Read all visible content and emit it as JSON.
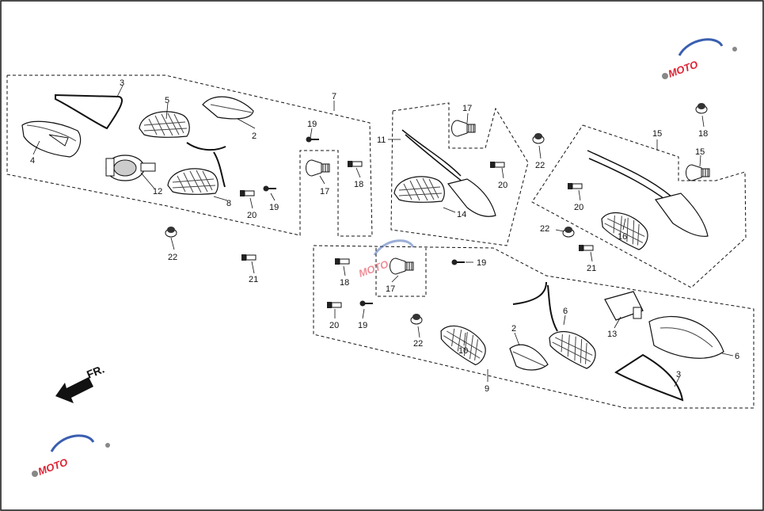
{
  "diagram": {
    "direction_label": "FR.",
    "watermark_text": "MOTO",
    "part_labels": {
      "l1": "3",
      "l2": "5",
      "l3": "7",
      "l4": "2",
      "l5": "4",
      "l6": "12",
      "l7": "8",
      "l8": "19",
      "l9": "17",
      "l10": "18",
      "l11": "20",
      "l12": "19",
      "l13": "22",
      "l14": "21",
      "l15": "17",
      "l16": "11",
      "l17": "22",
      "l18": "20",
      "l19": "14",
      "l20": "18",
      "l21": "15",
      "l22": "15",
      "l23": "20",
      "l24": "22",
      "l25": "16",
      "l26": "21",
      "l27": "18",
      "l28": "17",
      "l29": "19",
      "l30": "20",
      "l31": "19",
      "l32": "22",
      "l33": "6",
      "l34": "2",
      "l35": "10",
      "l36": "13",
      "l37": "6",
      "l38": "3",
      "l39": "9"
    }
  },
  "colors": {
    "line": "#111111",
    "watermark_red": "#dd2233",
    "watermark_blue": "#3a5fb0"
  }
}
